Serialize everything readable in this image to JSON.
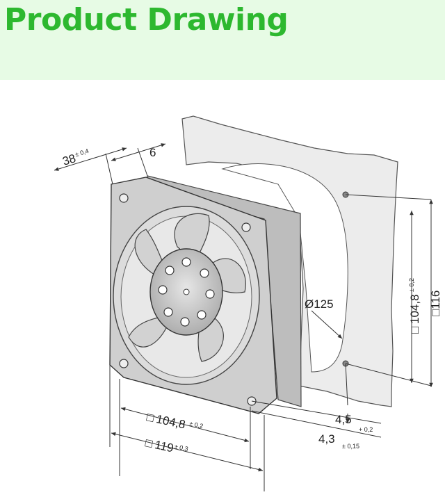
{
  "header": {
    "title": "Product Drawing"
  },
  "dimensions": {
    "depth_value": "38",
    "depth_tol": "± 0,4",
    "flange_thickness": "6",
    "diameter": "Ø125",
    "mount_v_prefix": "□",
    "mount_v_value": "104,8",
    "mount_v_tol": "± 0,2",
    "outer_v": "□116",
    "hole_a_value": "4,5",
    "hole_a_tol": "+ 0,2",
    "hole_b_value": "4,3",
    "hole_b_tol": "± 0,15",
    "mount_h_prefix": "□",
    "mount_h_value": "104,8",
    "mount_h_tol": "± 0,2",
    "outer_h_prefix": "□",
    "outer_h_value": "119",
    "outer_h_tol": "± 0,3"
  },
  "colors": {
    "title": "#2db82f",
    "header_bg": "#e7fbe5",
    "panel": "#ececec",
    "fan": "#cfcfcf"
  }
}
